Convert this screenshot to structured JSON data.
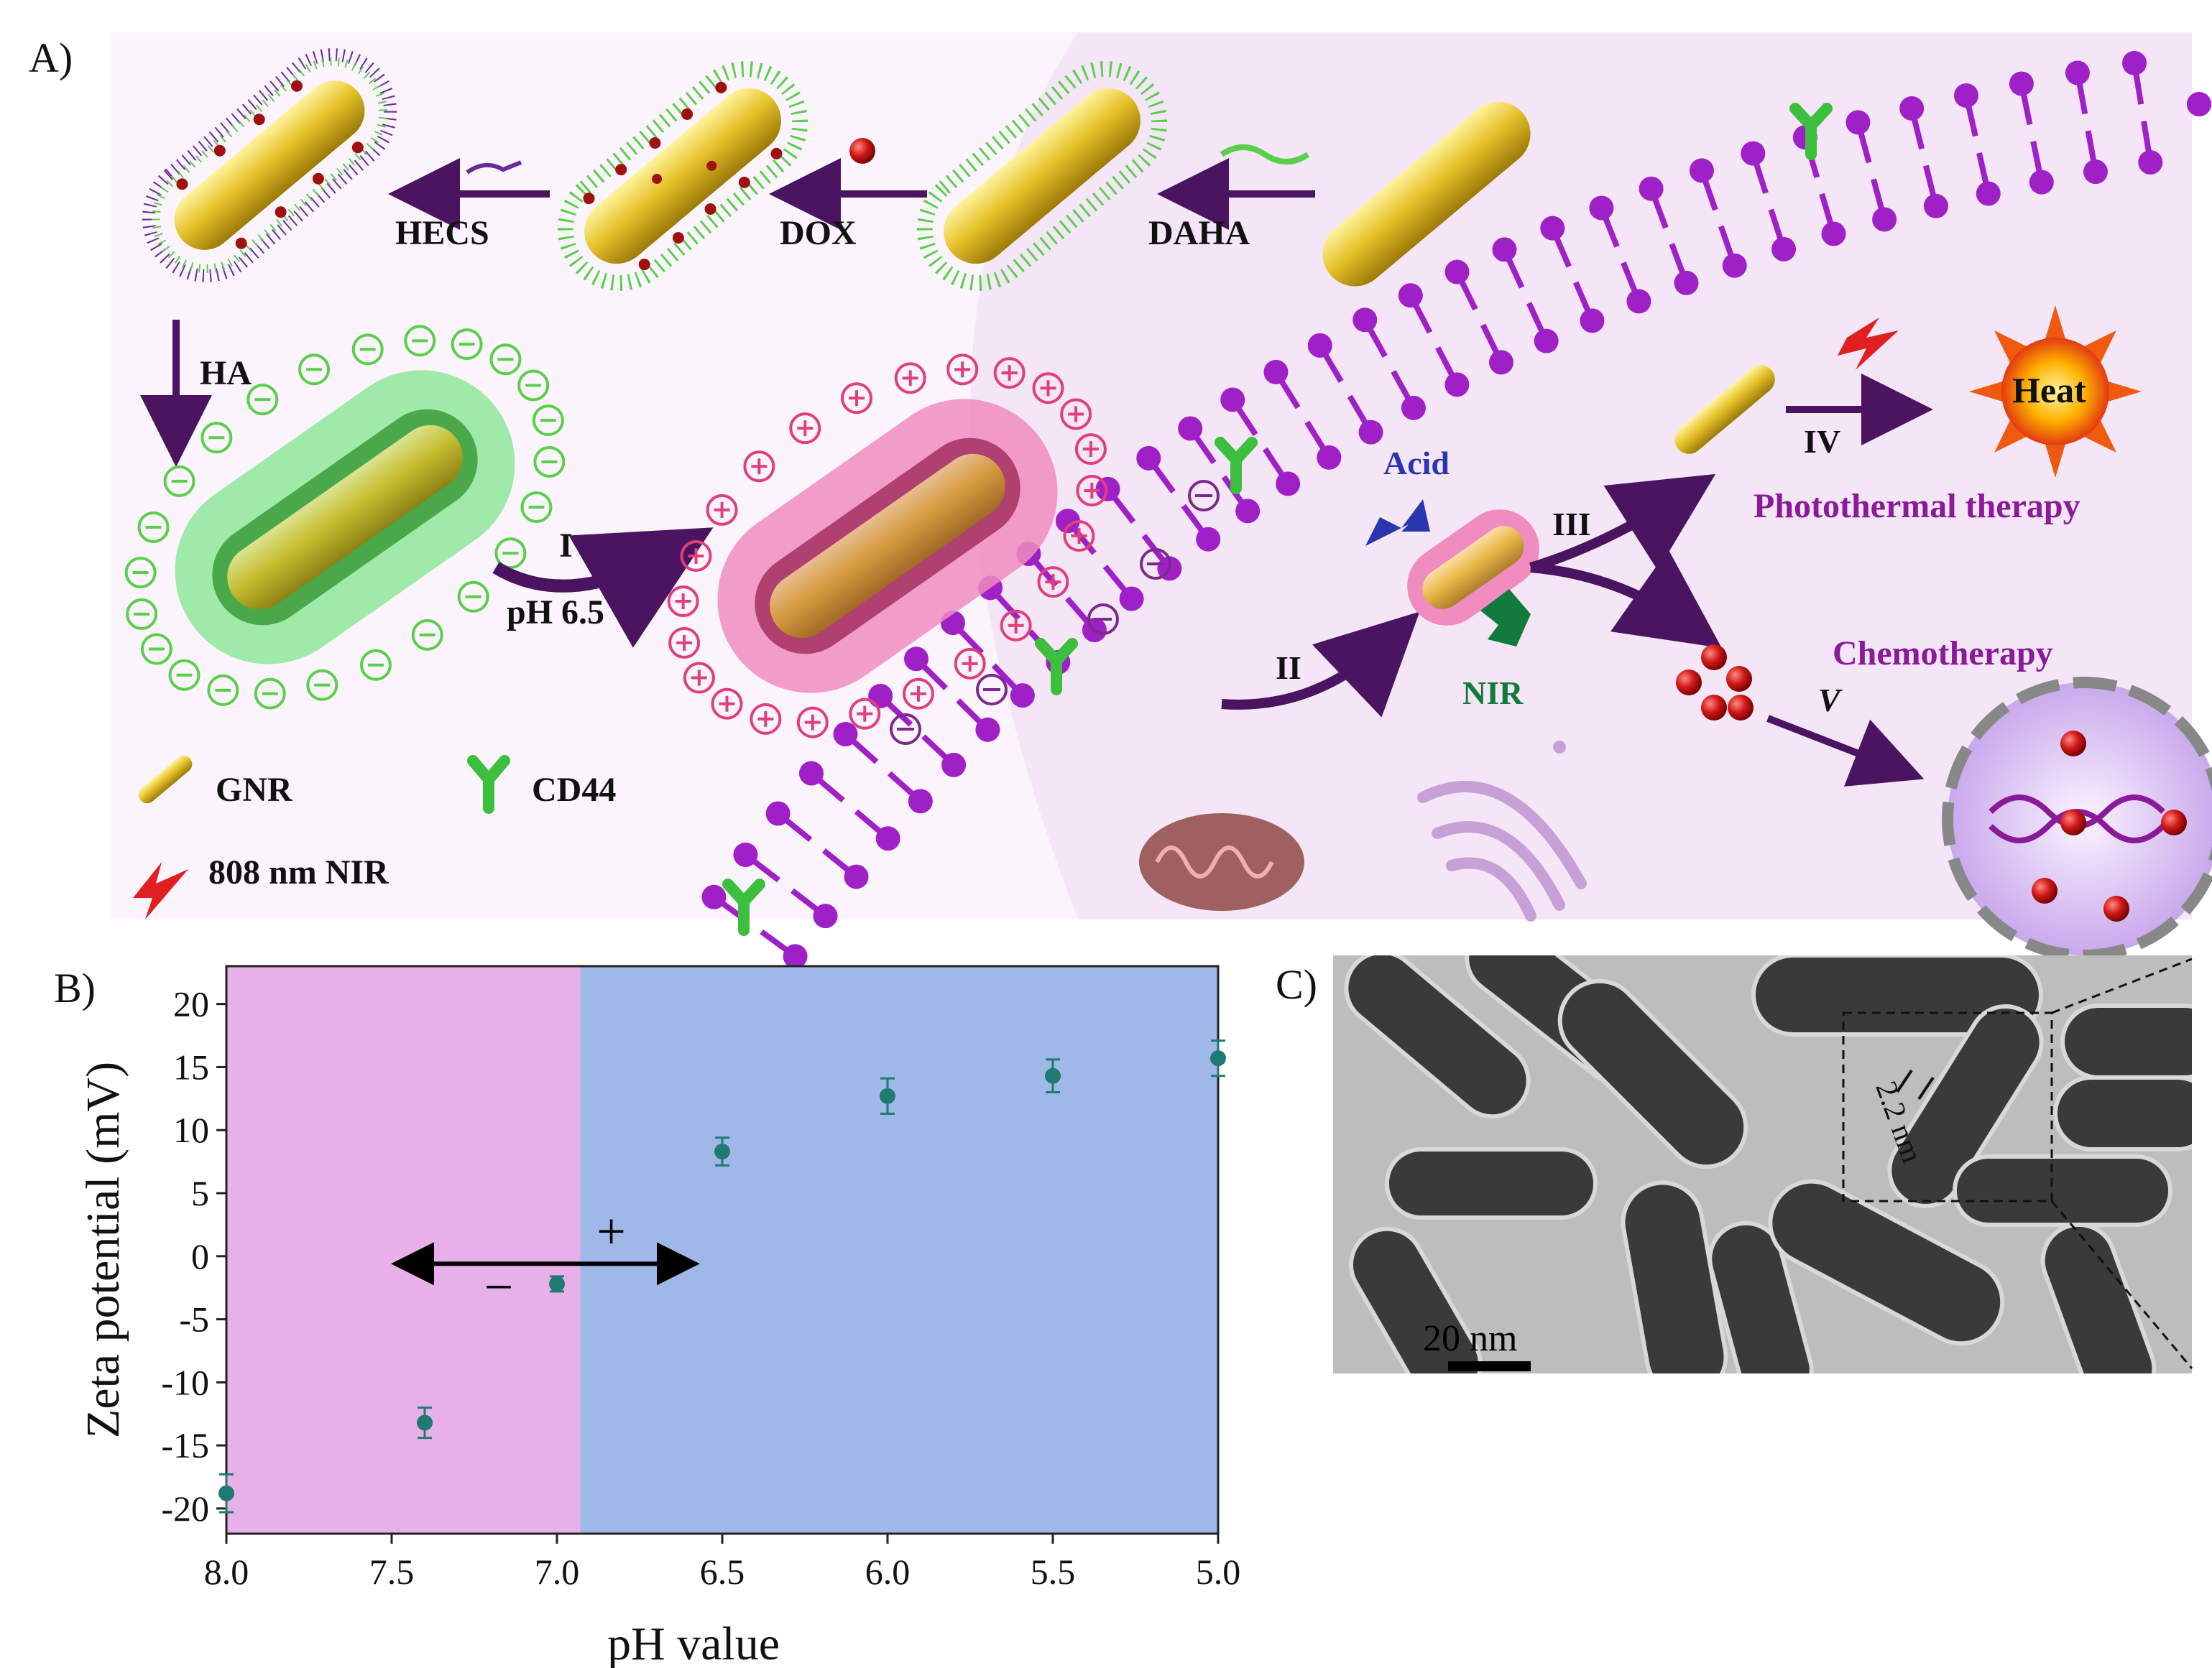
{
  "panel_a": {
    "letter": "A)",
    "steps": {
      "hecs": "HECS",
      "dox": "DOX",
      "daha": "DAHA",
      "ha": "HA",
      "step1": "I",
      "ph": "pH 6.5",
      "step2": "II",
      "step3": "III",
      "step4": "IV",
      "step5": "V",
      "acid": "Acid",
      "nir": "NIR"
    },
    "outcomes": {
      "heat": "Heat",
      "photothermal": "Photothermal therapy",
      "chemo": "Chemotherapy"
    },
    "legend": {
      "gnr": "GNR",
      "cd44": "CD44",
      "laser": "808 nm NIR"
    },
    "colors": {
      "background": "#f3e4f6",
      "lipid": "#a020c8",
      "label_purple": "#8a1a9a",
      "acid_blue": "#2a35b0",
      "nir_green": "#127a3a",
      "gold": "#e6c22a",
      "ha_shell": "#7fe08a",
      "pink_shell": "#f07cb2"
    }
  },
  "panel_b": {
    "letter": "B)",
    "charge_neg": "−",
    "charge_pos": "+",
    "colors": {
      "negative_region": "#e8b0e8",
      "positive_region": "#9fb8e8",
      "marker": "#1f7a72"
    }
  },
  "panel_c": {
    "letter": "C)",
    "scale_label": "20 nm",
    "measure_label": "2.2 nm"
  },
  "chart_data": {
    "type": "scatter",
    "xlabel": "pH value",
    "ylabel": "Zeta potential (mV)",
    "xlim": [
      8.0,
      5.0
    ],
    "x_reversed": true,
    "ylim": [
      -22,
      23
    ],
    "x_ticks": [
      "8.0",
      "7.5",
      "7.0",
      "6.5",
      "6.0",
      "5.5",
      "5.0"
    ],
    "y_ticks": [
      "20",
      "15",
      "10",
      "5",
      "0",
      "-5",
      "-10",
      "-15",
      "-20"
    ],
    "grid": false,
    "region_boundary_x": 6.93,
    "series": [
      {
        "x": [
          8.0,
          7.4,
          7.0,
          6.5,
          6.0,
          5.5,
          5.0
        ],
        "y": [
          -18.8,
          -13.2,
          -2.2,
          8.3,
          12.7,
          14.3,
          15.7
        ],
        "error": [
          1.5,
          1.2,
          0.6,
          1.1,
          1.4,
          1.3,
          1.4
        ]
      }
    ]
  }
}
